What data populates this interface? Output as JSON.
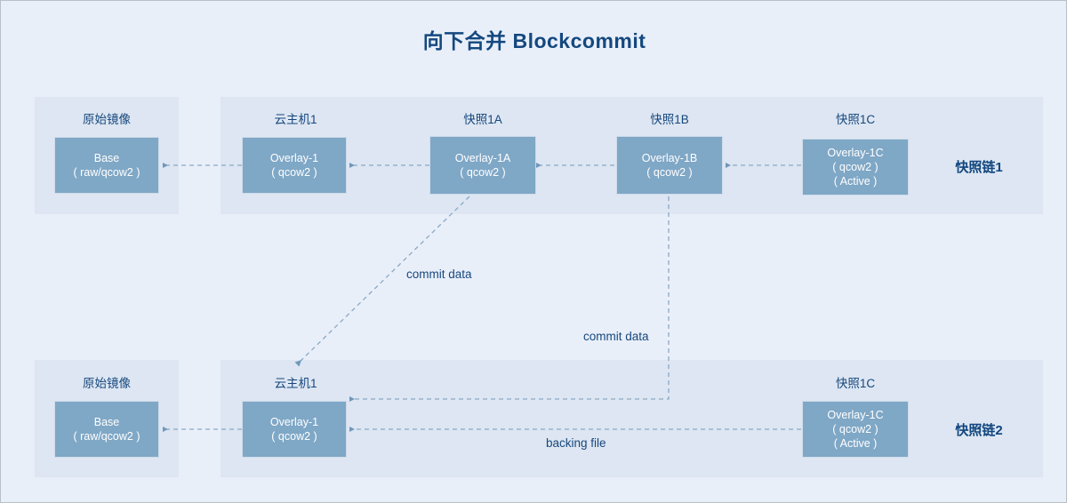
{
  "title": "向下合并 Blockcommit",
  "colors": {
    "page_bg": "#e9eff9",
    "panel_bg": "#dde6f2",
    "node_fill": "#7fa7c6",
    "node_border": "#cfdcea",
    "title_color": "#14487f",
    "caption_color": "#16477d",
    "wire_color": "#8aa9c6"
  },
  "rows": [
    {
      "name": "snapshot-chain-1",
      "chain_label": "快照链1",
      "groups": [
        {
          "caption": "原始镜像",
          "node": {
            "lines": [
              "Base",
              "( raw/qcow2 )"
            ]
          }
        },
        {
          "caption": "云主机1",
          "node": {
            "lines": [
              "Overlay-1",
              "( qcow2 )"
            ]
          }
        },
        {
          "caption": "快照1A",
          "node": {
            "lines": [
              "Overlay-1A",
              "( qcow2 )"
            ]
          }
        },
        {
          "caption": "快照1B",
          "node": {
            "lines": [
              "Overlay-1B",
              "( qcow2 )"
            ]
          }
        },
        {
          "caption": "快照1C",
          "node": {
            "lines": [
              "Overlay-1C",
              "( qcow2 )",
              "( Active )"
            ]
          }
        }
      ]
    },
    {
      "name": "snapshot-chain-2",
      "chain_label": "快照链2",
      "groups": [
        {
          "caption": "原始镜像",
          "node": {
            "lines": [
              "Base",
              "( raw/qcow2 )"
            ]
          }
        },
        {
          "caption": "云主机1",
          "node": {
            "lines": [
              "Overlay-1",
              "( qcow2 )"
            ]
          }
        },
        {
          "caption": "快照1C",
          "node": {
            "lines": [
              "Overlay-1C",
              "( qcow2 )",
              "( Active )"
            ]
          }
        }
      ]
    }
  ],
  "edge_labels": {
    "commit_data_a": "commit data",
    "commit_data_b": "commit data",
    "backing_file": "backing file"
  }
}
